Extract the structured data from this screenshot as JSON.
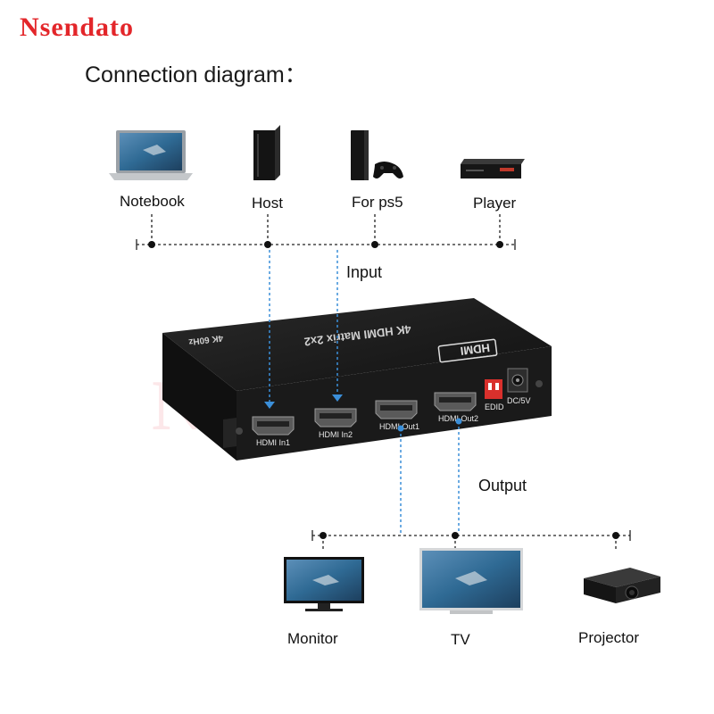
{
  "brand": "Nsendato",
  "title": "Connection diagram：",
  "inputs": {
    "section_label": "Input",
    "devices": [
      {
        "label": "Notebook",
        "icon": "laptop-icon"
      },
      {
        "label": "Host",
        "icon": "pc-tower-icon"
      },
      {
        "label": "For ps5",
        "icon": "game-console-icon"
      },
      {
        "label": "Player",
        "icon": "media-player-icon"
      }
    ]
  },
  "outputs": {
    "section_label": "Output",
    "devices": [
      {
        "label": "Monitor",
        "icon": "monitor-icon"
      },
      {
        "label": "TV",
        "icon": "tv-icon"
      },
      {
        "label": "Projector",
        "icon": "projector-icon"
      }
    ]
  },
  "device": {
    "top_label": "4K HDMI Matrix 2x2",
    "top_sublabel": "4K 60Hz",
    "logo": "HDMI",
    "ports": [
      "HDMI In1",
      "HDMI In2",
      "HDMI Out1",
      "HDMI Out2",
      "EDID",
      "DC/5V"
    ]
  },
  "colors": {
    "brand": "#e3262a",
    "link": "#3b8fd9",
    "device_body": "#1b1b1b",
    "dip_switch": "#d9302c"
  }
}
